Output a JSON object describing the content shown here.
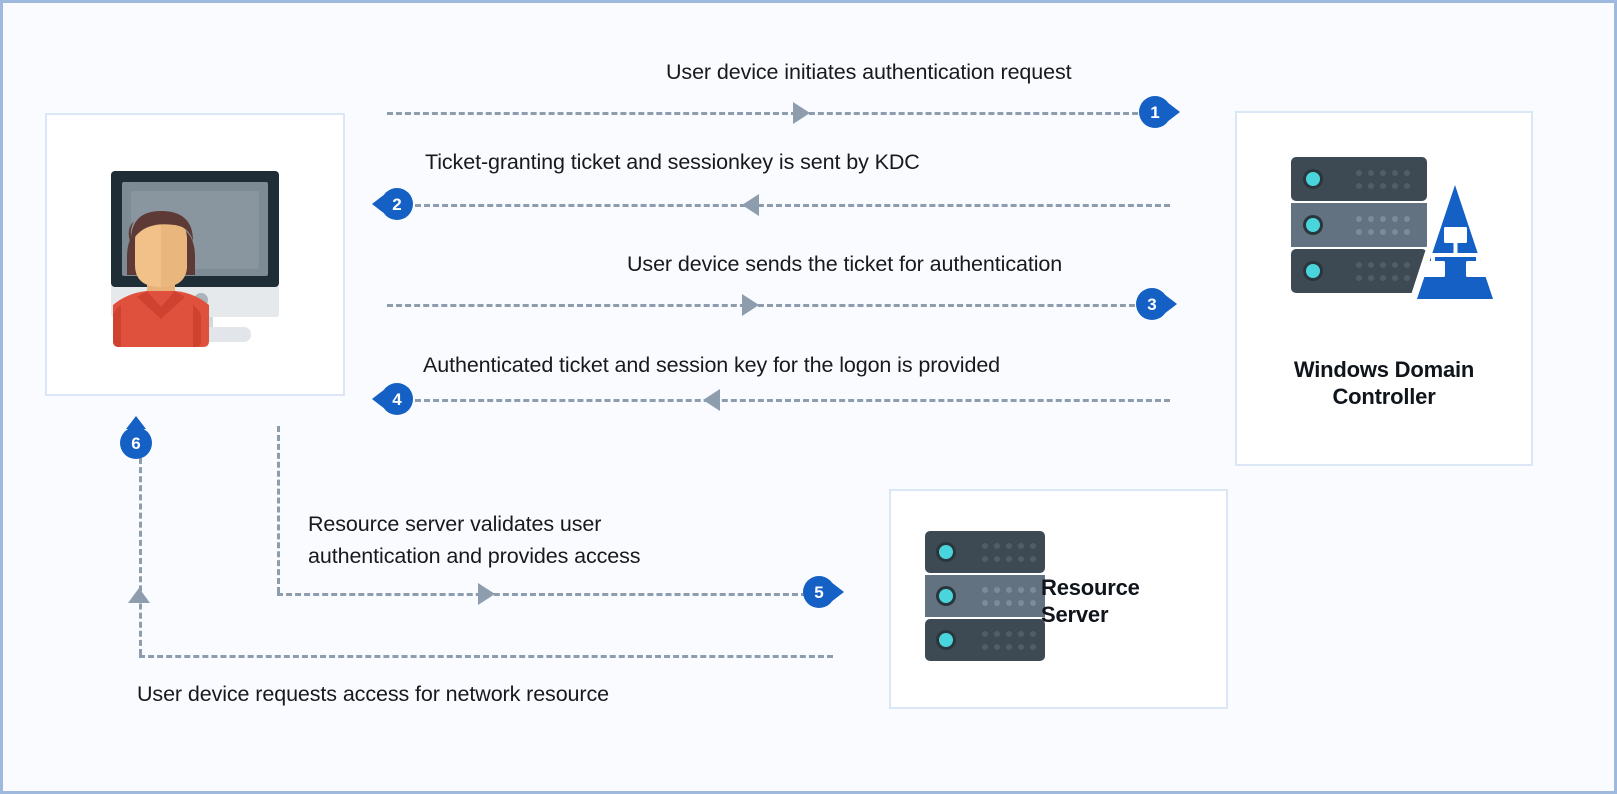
{
  "diagram": {
    "title": "Kerberos authentication flow",
    "colors": {
      "canvas_background": "#f9fbfe",
      "canvas_border": "#9fb8de",
      "card_background": "#ffffff",
      "card_border": "#dbe6f6",
      "badge_blue": "#1560c4",
      "connector_gray": "#8d9dae",
      "server_dark": "#3d4a53",
      "server_mid": "#627281",
      "server_led": "#4ad5dd",
      "triangle_blue": "#1560c4",
      "shirt_red": "#e0513d",
      "skin": "#f2c18a",
      "hair": "#5d3a36",
      "monitor_frame": "#1f2d36",
      "monitor_screen": "#7d8b95"
    }
  },
  "nodes": {
    "user_device": {
      "icon": "user-at-computer-icon",
      "label": ""
    },
    "domain_controller": {
      "icon": "server-rack-with-network-triangle-icon",
      "label": "Windows Domain Controller",
      "label_line1": "Windows Domain",
      "label_line2": "Controller"
    },
    "resource_server": {
      "icon": "server-rack-icon",
      "label": "Resource Server",
      "label_line1": "Resource",
      "label_line2": "Server"
    }
  },
  "steps": [
    {
      "number": "1",
      "text": "User device initiates authentication request",
      "direction": "right",
      "from": "user_device",
      "to": "domain_controller"
    },
    {
      "number": "2",
      "text": "Ticket-granting ticket and sessionkey is sent by KDC",
      "direction": "left",
      "from": "domain_controller",
      "to": "user_device"
    },
    {
      "number": "3",
      "text": "User device sends the ticket for authentication",
      "direction": "right",
      "from": "user_device",
      "to": "domain_controller"
    },
    {
      "number": "4",
      "text": "Authenticated ticket and session key for the logon is provided",
      "direction": "left",
      "from": "domain_controller",
      "to": "user_device"
    },
    {
      "number": "5",
      "text": "Resource server validates user authentication and provides access",
      "text_line1": "Resource server validates user",
      "text_line2": "authentication and provides access",
      "direction": "right",
      "from": "user_device",
      "to": "resource_server"
    },
    {
      "number": "6",
      "text": "User device requests access for network resource",
      "direction": "up",
      "from": "resource_server",
      "to": "user_device"
    }
  ]
}
